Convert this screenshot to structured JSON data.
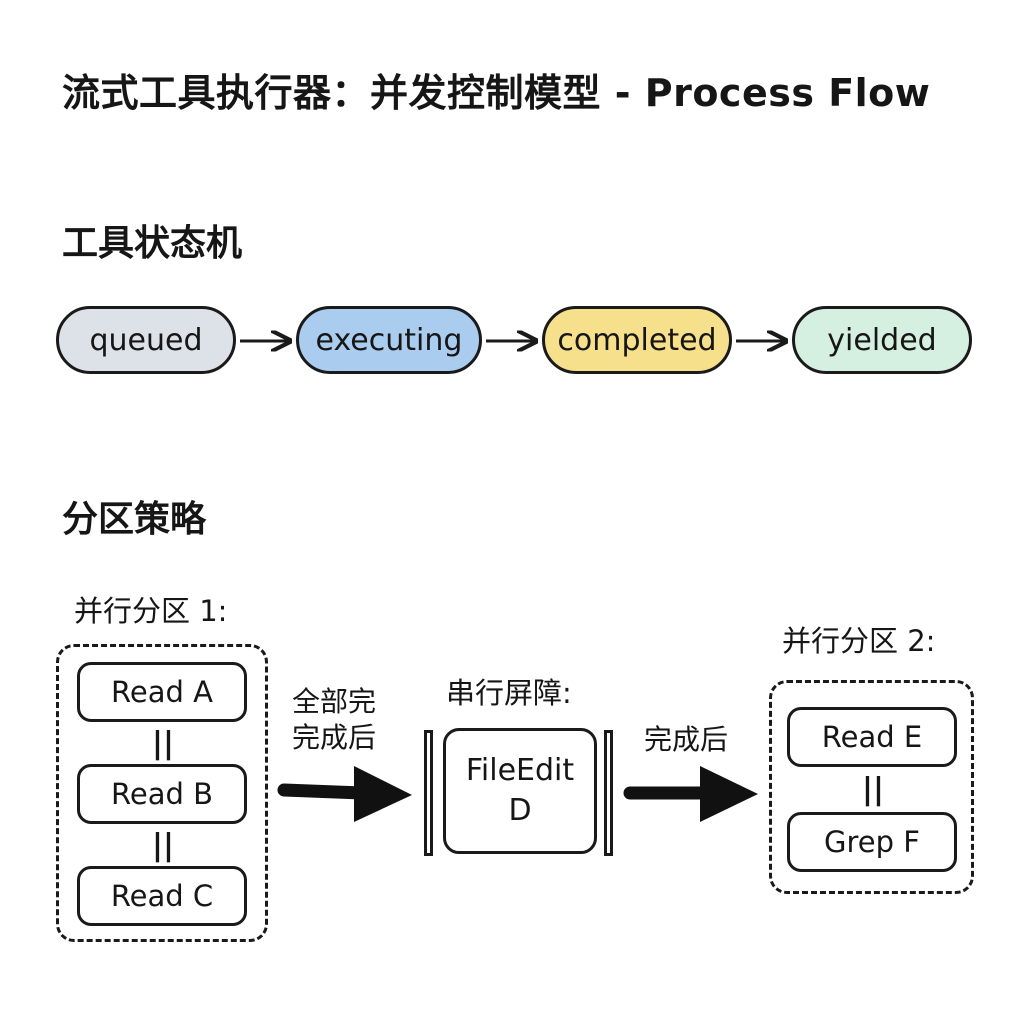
{
  "title": "流式工具执行器：并发控制模型 - Process Flow",
  "state_machine": {
    "heading": "工具状态机",
    "states": [
      {
        "label": "queued",
        "color": "#dde1e8"
      },
      {
        "label": "executing",
        "color": "#a9ccef"
      },
      {
        "label": "completed",
        "color": "#f6e08c"
      },
      {
        "label": "yielded",
        "color": "#d5efe0"
      }
    ]
  },
  "partition": {
    "heading": "分区策略",
    "parallel_1": {
      "label": "并行分区 1:",
      "items": [
        "Read A",
        "Read B",
        "Read C"
      ],
      "joiner": "||"
    },
    "arrow_1_label_line1": "全部完",
    "arrow_1_label_line2": "完成后",
    "serial": {
      "label": "串行屏障:",
      "box_line1": "FileEdit",
      "box_line2": "D"
    },
    "arrow_2_label": "完成后",
    "parallel_2": {
      "label": "并行分区 2:",
      "items": [
        "Read E",
        "Grep F"
      ],
      "joiner": "||"
    }
  }
}
